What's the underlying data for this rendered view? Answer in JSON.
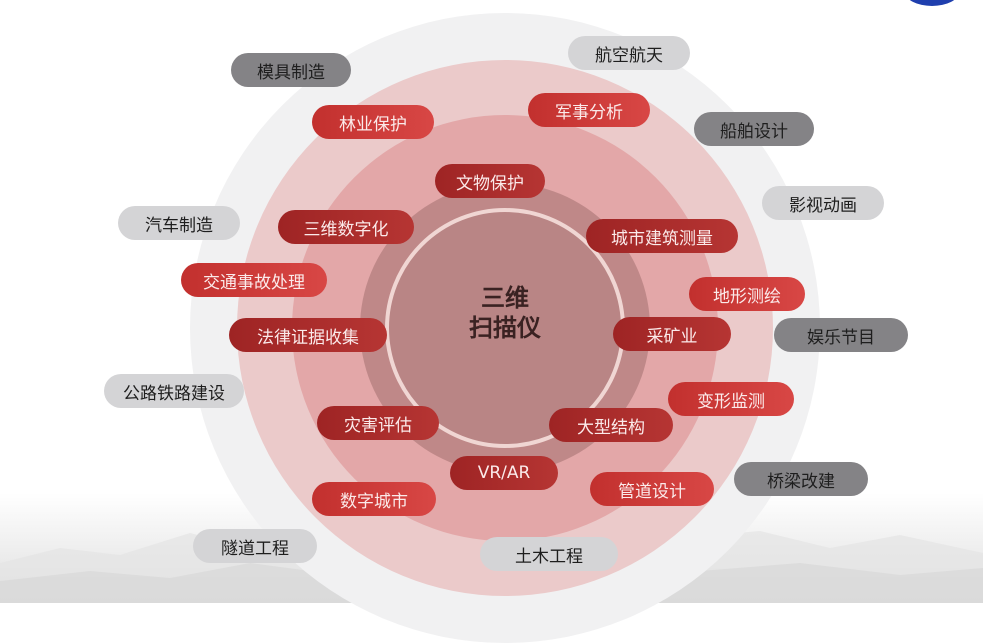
{
  "center": {
    "line1": "三维",
    "line2": "扫描仪"
  },
  "colors": {
    "inner_red": "#b63533",
    "mid_red": "#d84745",
    "outer_gray_dark": "#848386",
    "outer_gray_light": "#d4d4d6",
    "core": "#b98585"
  },
  "inner_ring": [
    {
      "label": "文物保护"
    },
    {
      "label": "三维数字化"
    },
    {
      "label": "城市建筑测量"
    },
    {
      "label": "法律证据收集"
    },
    {
      "label": "采矿业"
    },
    {
      "label": "灾害评估"
    },
    {
      "label": "大型结构"
    },
    {
      "label": "VR/AR"
    }
  ],
  "middle_ring": [
    {
      "label": "林业保护"
    },
    {
      "label": "军事分析"
    },
    {
      "label": "交通事故处理"
    },
    {
      "label": "地形测绘"
    },
    {
      "label": "变形监测"
    },
    {
      "label": "数字城市"
    },
    {
      "label": "管道设计"
    }
  ],
  "outer_ring": [
    {
      "label": "模具制造",
      "tone": "dark"
    },
    {
      "label": "航空航天",
      "tone": "light"
    },
    {
      "label": "船舶设计",
      "tone": "dark"
    },
    {
      "label": "汽车制造",
      "tone": "light"
    },
    {
      "label": "影视动画",
      "tone": "light"
    },
    {
      "label": "娱乐节目",
      "tone": "dark"
    },
    {
      "label": "公路铁路建设",
      "tone": "light"
    },
    {
      "label": "桥梁改建",
      "tone": "dark"
    },
    {
      "label": "隧道工程",
      "tone": "light"
    },
    {
      "label": "土木工程",
      "tone": "light"
    }
  ]
}
